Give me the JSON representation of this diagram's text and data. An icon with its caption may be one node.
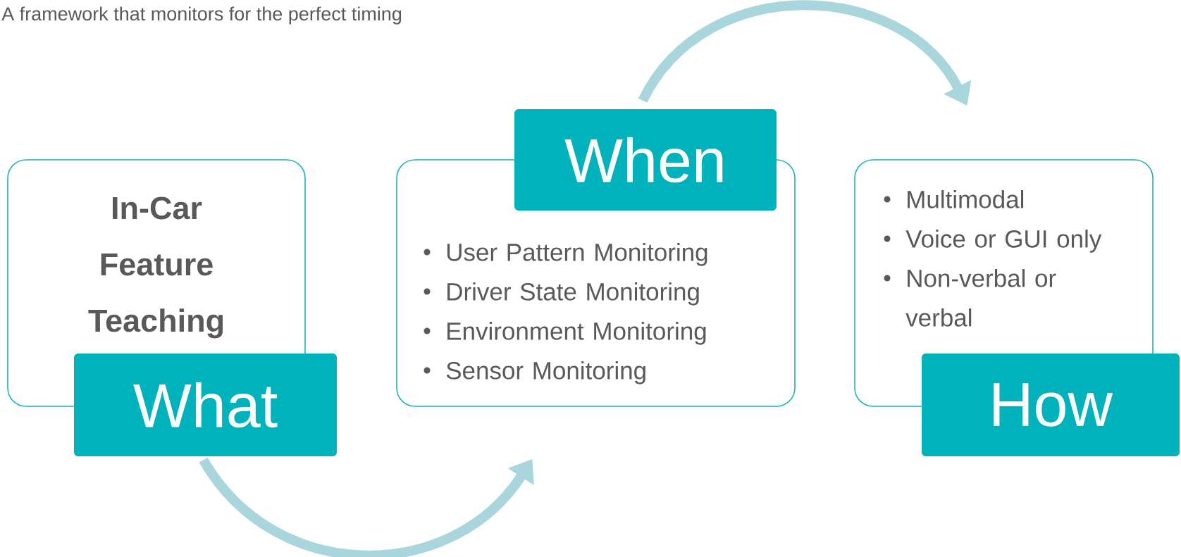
{
  "diagram": {
    "title": "A framework that monitors for the perfect timing",
    "nodes": [
      {
        "text": [
          "In-Car Feature Teaching"
        ]
      },
      {
        "text": [
          "What"
        ]
      },
      {
        "text": [
          "User Pattern Monitoring",
          "Driver State Monitoring",
          "Environment Monitoring",
          "Sensor Monitoring"
        ]
      },
      {
        "text": [
          "When"
        ]
      },
      {
        "text": [
          "Multimodal",
          "Voice or GUI only",
          "Non-verbal or verbal"
        ]
      },
      {
        "text": [
          "How"
        ]
      }
    ],
    "edges": [
      {
        "from": 1,
        "to": 2,
        "arrow": "to"
      },
      {
        "from": 3,
        "to": 4,
        "arrow": "to"
      }
    ]
  }
}
